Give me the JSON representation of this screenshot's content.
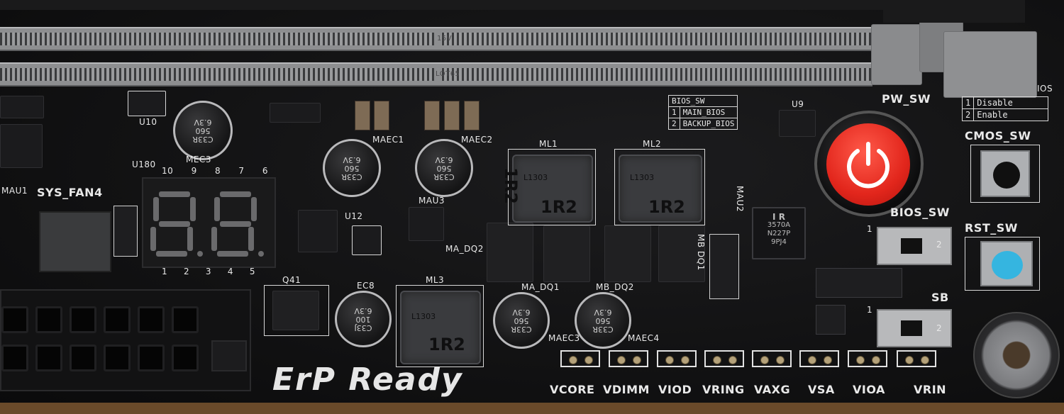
{
  "board": {
    "dimm_labels": [
      "15V",
      "LOT65"
    ],
    "capacitors": [
      {
        "id": "MEC3",
        "lines": [
          "C33R",
          "560",
          "6.3V"
        ]
      },
      {
        "id": "MAEC1",
        "lines": [
          "C33R",
          "560",
          "6.3V"
        ]
      },
      {
        "id": "MAEC2",
        "lines": [
          "C33R",
          "560",
          "6.3V"
        ]
      },
      {
        "id": "EC8",
        "lines": [
          "C33J",
          "100",
          "6.3V"
        ]
      },
      {
        "id": "MAEC3",
        "lines": [
          "C33R",
          "560",
          "6.3V"
        ]
      },
      {
        "id": "MAEC4",
        "lines": [
          "C33R",
          "560",
          "6.3V"
        ]
      }
    ],
    "inductors": [
      {
        "id": "ML1",
        "value": "1R2",
        "part": "L1303"
      },
      {
        "id": "ML2",
        "value": "1R2",
        "part": "L1303"
      },
      {
        "id": "ML3",
        "value": "1R2",
        "part": "L1303"
      }
    ],
    "silkscreen": {
      "u10": "U10",
      "mec3": "MEC3",
      "maec1": "MAEC1",
      "maec2": "MAEC2",
      "mau1": "MAU1",
      "sys_fan4": "SYS_FAN4",
      "u180": "U180",
      "u12": "U12",
      "mau3": "MAU3",
      "ma_dq2": "MA_DQ2",
      "q41": "Q41",
      "ec8": "EC8",
      "ml3": "ML3",
      "ma_dq1": "MA_DQ1",
      "mb_dq2": "MB_DQ2",
      "maec3": "MAEC3",
      "maec4": "MAEC4",
      "mb_dq1": "MB DQ1",
      "mau2": "MAU2",
      "u9": "U9",
      "pw_sw": "PW_SW",
      "cmos_sw": "CMOS_SW",
      "bios_sw2": "BIOS_SW",
      "rst_sw": "RST_SW",
      "sb": "SB",
      "ml1": "ML1",
      "ml2": "ML2",
      "slide1_a": "1",
      "slide1_b": "2",
      "slide2_a": "1",
      "slide2_b": "2"
    },
    "seven_seg": {
      "top_pins": [
        "10",
        "9",
        "8",
        "7",
        "6"
      ],
      "bottom_pins": [
        "1",
        "2",
        "3",
        "4",
        "5"
      ]
    },
    "controller_chip": {
      "logo": "I R",
      "lines": [
        "3570A",
        "N227P",
        "9PJ4"
      ]
    },
    "bios_table": {
      "title": "BIOS_SW",
      "rows": [
        [
          "1",
          "MAIN_BIOS"
        ],
        [
          "2",
          "BACKUP_BIOS"
        ]
      ]
    },
    "enable_table": {
      "title": "IOS",
      "rows": [
        [
          "1",
          "Disable"
        ],
        [
          "2",
          "Enable"
        ]
      ]
    },
    "headers": [
      "VCORE",
      "VDIMM",
      "VIOD",
      "VRING",
      "VAXG",
      "VSA",
      "VIOA",
      "VRIN"
    ],
    "logo_text": "ErP Ready",
    "colors": {
      "power_button": "#e2261c",
      "rst_button": "#35b5e0",
      "cmos_button": "#101010",
      "pcb": "#121213",
      "dimm": "#8d8e90"
    },
    "icons": {
      "power": "power-icon"
    }
  }
}
